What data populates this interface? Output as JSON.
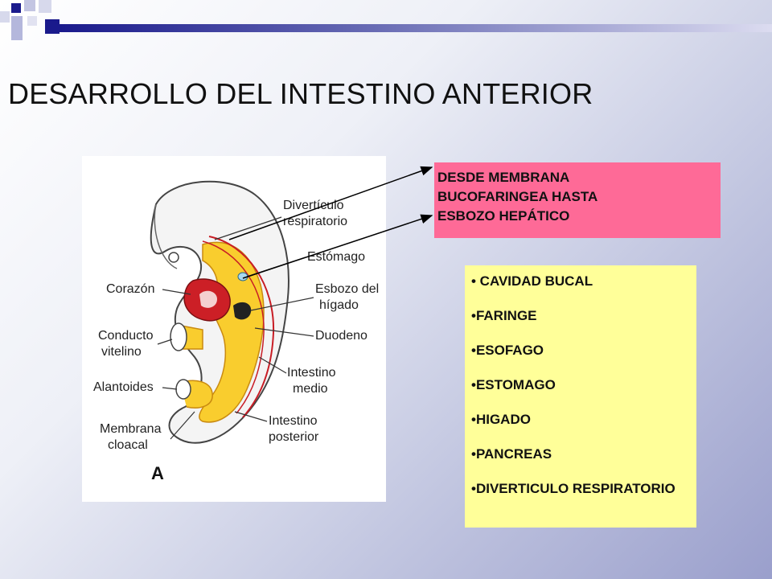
{
  "title": "DESARROLLO DEL  INTESTINO ANTERIOR",
  "colors": {
    "deco_dark": "#1a1a8c",
    "deco_light": "#a9acd6",
    "pink_box": "#fe6a97",
    "yellow_box": "#ffff99",
    "embryo_yellow": "#f9cd2e",
    "heart_red": "#cc1f26"
  },
  "diagram": {
    "labels": {
      "diverticulo_1": "Divertículo",
      "diverticulo_2": "respiratorio",
      "estomago": "Estómago",
      "corazon": "Corazón",
      "esbozo_1": "Esbozo del",
      "esbozo_2": "hígado",
      "conducto_1": "Conducto",
      "conducto_2": "vitelino",
      "duodeno": "Duodeno",
      "intestino_medio_1": "Intestino",
      "intestino_medio_2": "medio",
      "alantoides": "Alantoides",
      "membrana_1": "Membrana",
      "membrana_2": "cloacal",
      "intestino_posterior_1": "Intestino",
      "intestino_posterior_2": "posterior",
      "figure_letter": "A"
    }
  },
  "definition_box": {
    "lines": [
      "DESDE MEMBRANA",
      "BUCOFARINGEA HASTA",
      "ESBOZO HEPÁTICO"
    ]
  },
  "derivatives": {
    "items": [
      "• CAVIDAD BUCAL",
      "•FARINGE",
      "•ESOFAGO",
      "•ESTOMAGO",
      "•HIGADO",
      "•PANCREAS",
      "•DIVERTICULO RESPIRATORIO"
    ]
  }
}
